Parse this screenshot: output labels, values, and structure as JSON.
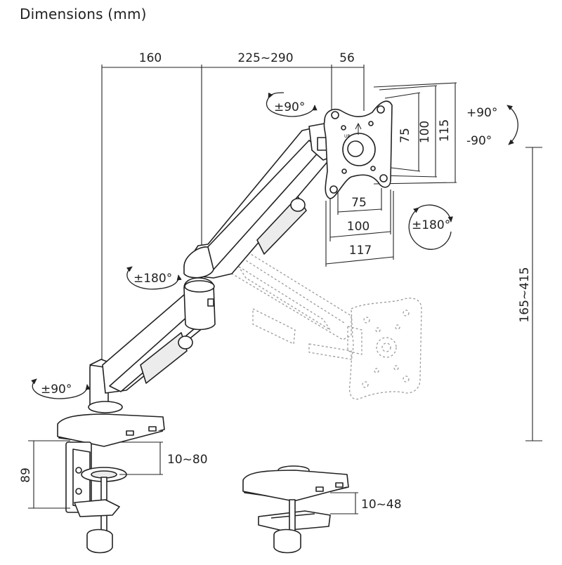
{
  "title": "Dimensions (mm)",
  "dimensions": {
    "arm_base_reach": "160",
    "arm_extension": "225~290",
    "head_depth": "56",
    "vesa_small_h": "75",
    "vesa_mid_h": "100",
    "vesa_outer_h": "115",
    "vesa_small_w": "75",
    "vesa_mid_w": "100",
    "vesa_outer_w": "117",
    "height_range": "165~415",
    "base_height": "89",
    "clamp_range": "10~80",
    "grommet_range": "10~48"
  },
  "rotations": {
    "head_swivel": "±90°",
    "tilt_up": "+90°",
    "tilt_down": "-90°",
    "screen_rotate": "±180°",
    "elbow_swivel": "±180°",
    "base_swivel": "±90°"
  },
  "colors": {
    "line": "#222222",
    "ghost": "#9a9a9a",
    "background": "#ffffff"
  }
}
